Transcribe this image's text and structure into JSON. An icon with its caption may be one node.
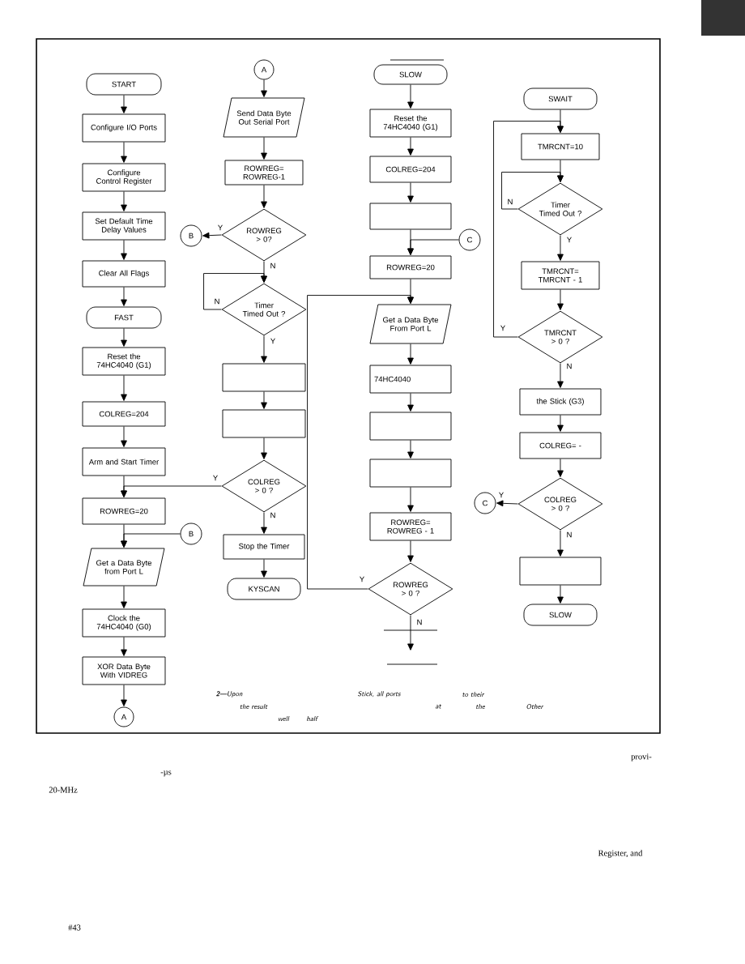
{
  "diagram": {
    "nodes": [
      {
        "text": [
          "START"
        ]
      },
      {
        "text": [
          "Configure I/O Ports"
        ]
      },
      {
        "text": [
          "Configure Control Register"
        ]
      },
      {
        "text": [
          "Set Default Time Delay Values"
        ]
      },
      {
        "text": [
          "Clear All Flags"
        ]
      },
      {
        "text": [
          "FAST"
        ]
      },
      {
        "text": [
          "Reset the 74HC4040 (G1)"
        ]
      },
      {
        "text": [
          "COLREG=204"
        ]
      },
      {
        "text": [
          "Arm and Start Timer"
        ]
      },
      {
        "text": [
          "ROWREG=20"
        ]
      },
      {
        "text": [
          "Get a Data Byte from Port L"
        ]
      },
      {
        "text": [
          "Clock the 74HC4040 (G0)"
        ]
      },
      {
        "text": [
          "XOR Data Byte With VIDREG"
        ]
      },
      {
        "text": [
          "A"
        ]
      },
      {
        "text": [
          "A"
        ]
      },
      {
        "text": [
          "Send Data Byte Out Serial Port"
        ]
      },
      {
        "text": [
          "ROWREG= ROWREG-1"
        ]
      },
      {
        "text": [
          "ROWREG > 0?"
        ]
      },
      {
        "text": [
          "B"
        ]
      },
      {
        "text": [
          "Timer Timed Out ?"
        ]
      },
      {
        "text": [],
        "shape": "box"
      },
      {
        "text": [],
        "shape": "box"
      },
      {
        "text": [
          "COLREG > 0 ?"
        ]
      },
      {
        "text": [
          "B"
        ]
      },
      {
        "text": [
          "Stop the Timer"
        ]
      },
      {
        "text": [
          "KYSCAN"
        ]
      },
      {
        "text": [
          "SLOW"
        ]
      },
      {
        "text": [
          "Reset the 74HC4040 (G1)"
        ]
      },
      {
        "text": [
          "COLREG=204"
        ]
      },
      {
        "text": [],
        "shape": "box"
      },
      {
        "text": [
          "C"
        ]
      },
      {
        "text": [
          "ROWREG=20"
        ]
      },
      {
        "text": [
          "Get a Data Byte From Port L"
        ]
      },
      {
        "text": [
          "74HC4040"
        ]
      },
      {
        "text": [],
        "shape": "box"
      },
      {
        "text": [],
        "shape": "box"
      },
      {
        "text": [
          "ROWREG= ROWREG - 1"
        ]
      },
      {
        "text": [
          "ROWREG > 0 ?"
        ]
      },
      {
        "text": [
          "SWAIT"
        ]
      },
      {
        "text": [
          "TMRCNT=10"
        ]
      },
      {
        "text": [
          "Timer Timed Out ?"
        ]
      },
      {
        "text": [
          "TMRCNT= TMRCNT - 1"
        ]
      },
      {
        "text": [
          "TMRCNT > 0 ?"
        ]
      },
      {
        "text": [
          "the Stick (G3)"
        ]
      },
      {
        "text": [
          "COLREG= -"
        ]
      },
      {
        "text": [
          "C"
        ]
      },
      {
        "text": [
          "COLREG > 0 ?"
        ]
      },
      {
        "text": [],
        "shape": "box"
      },
      {
        "text": [
          "SLOW"
        ]
      }
    ],
    "edges": [
      {
        "from": 0,
        "to": 1,
        "arrow": "to"
      },
      {
        "from": 1,
        "to": 2,
        "arrow": "to"
      },
      {
        "from": 2,
        "to": 3,
        "arrow": "to"
      },
      {
        "from": 3,
        "to": 4,
        "arrow": "to"
      },
      {
        "from": 4,
        "to": 5,
        "arrow": "to"
      },
      {
        "from": 5,
        "to": 6,
        "arrow": "to"
      },
      {
        "from": 6,
        "to": 7,
        "arrow": "to"
      },
      {
        "from": 7,
        "to": 8,
        "arrow": "to"
      },
      {
        "from": 8,
        "to": 9,
        "arrow": "to"
      },
      {
        "from": 9,
        "to": 10,
        "arrow": "to"
      },
      {
        "from": 10,
        "to": 11,
        "arrow": "to"
      },
      {
        "from": 11,
        "to": 12,
        "arrow": "to"
      },
      {
        "from": 12,
        "to": 13,
        "arrow": "to"
      },
      {
        "from": 14,
        "to": 15,
        "arrow": "to"
      },
      {
        "from": 15,
        "to": 16,
        "arrow": "to"
      },
      {
        "from": 16,
        "to": 17,
        "arrow": "to"
      },
      {
        "from": 17,
        "to": 18,
        "arrow": "to",
        "label": "Y"
      },
      {
        "from": 17,
        "to": 19,
        "arrow": "to",
        "label": "N"
      },
      {
        "from": 19,
        "to": 19,
        "arrow": "to",
        "label": "N"
      },
      {
        "from": 19,
        "to": 20,
        "arrow": "to",
        "label": "Y"
      },
      {
        "from": 20,
        "to": 21,
        "arrow": "to"
      },
      {
        "from": 21,
        "to": 22,
        "arrow": "to"
      },
      {
        "from": 22,
        "to": 9,
        "arrow": "to",
        "label": "Y"
      },
      {
        "from": 22,
        "to": 24,
        "arrow": "to",
        "label": "N"
      },
      {
        "from": 24,
        "to": 25,
        "arrow": "to"
      },
      {
        "from": 23,
        "to": 10,
        "arrow": "to"
      },
      {
        "from": 26,
        "to": 27,
        "arrow": "to"
      },
      {
        "from": 27,
        "to": 28,
        "arrow": "to"
      },
      {
        "from": 28,
        "to": 29,
        "arrow": "to"
      },
      {
        "from": 29,
        "to": 31,
        "arrow": "to"
      },
      {
        "from": 30,
        "to": 31,
        "arrow": "to"
      },
      {
        "from": 31,
        "to": 32,
        "arrow": "to"
      },
      {
        "from": 32,
        "to": 33,
        "arrow": "to"
      },
      {
        "from": 33,
        "to": 34,
        "arrow": "to"
      },
      {
        "from": 34,
        "to": 35,
        "arrow": "to"
      },
      {
        "from": 35,
        "to": 36,
        "arrow": "to"
      },
      {
        "from": 36,
        "to": 37,
        "arrow": "to"
      },
      {
        "from": 37,
        "to": 32,
        "arrow": "to",
        "label": "Y"
      },
      {
        "from": 37,
        "to": null,
        "arrow": "to",
        "label": "N"
      },
      {
        "from": 38,
        "to": 39,
        "arrow": "to"
      },
      {
        "from": 39,
        "to": 40,
        "arrow": "to"
      },
      {
        "from": 40,
        "to": 40,
        "arrow": "to",
        "label": "N"
      },
      {
        "from": 40,
        "to": 41,
        "arrow": "to",
        "label": "Y"
      },
      {
        "from": 41,
        "to": 42,
        "arrow": "to"
      },
      {
        "from": 42,
        "to": 39,
        "arrow": "to",
        "label": "Y"
      },
      {
        "from": 42,
        "to": 43,
        "arrow": "to",
        "label": "N"
      },
      {
        "from": 43,
        "to": 44,
        "arrow": "to"
      },
      {
        "from": 44,
        "to": 46,
        "arrow": "to"
      },
      {
        "from": 46,
        "to": 45,
        "arrow": "to",
        "label": "Y"
      },
      {
        "from": 46,
        "to": 47,
        "arrow": "to",
        "label": "N"
      },
      {
        "from": 47,
        "to": 48,
        "arrow": "to"
      }
    ],
    "labels": [
      "**2**—Upon",
      "Stick, all ports",
      "to their",
      "the result",
      "at",
      "the",
      "Other",
      "well",
      "half",
      "provi-",
      "-µs",
      "20-MHz",
      "Register, and",
      "#43"
    ]
  }
}
